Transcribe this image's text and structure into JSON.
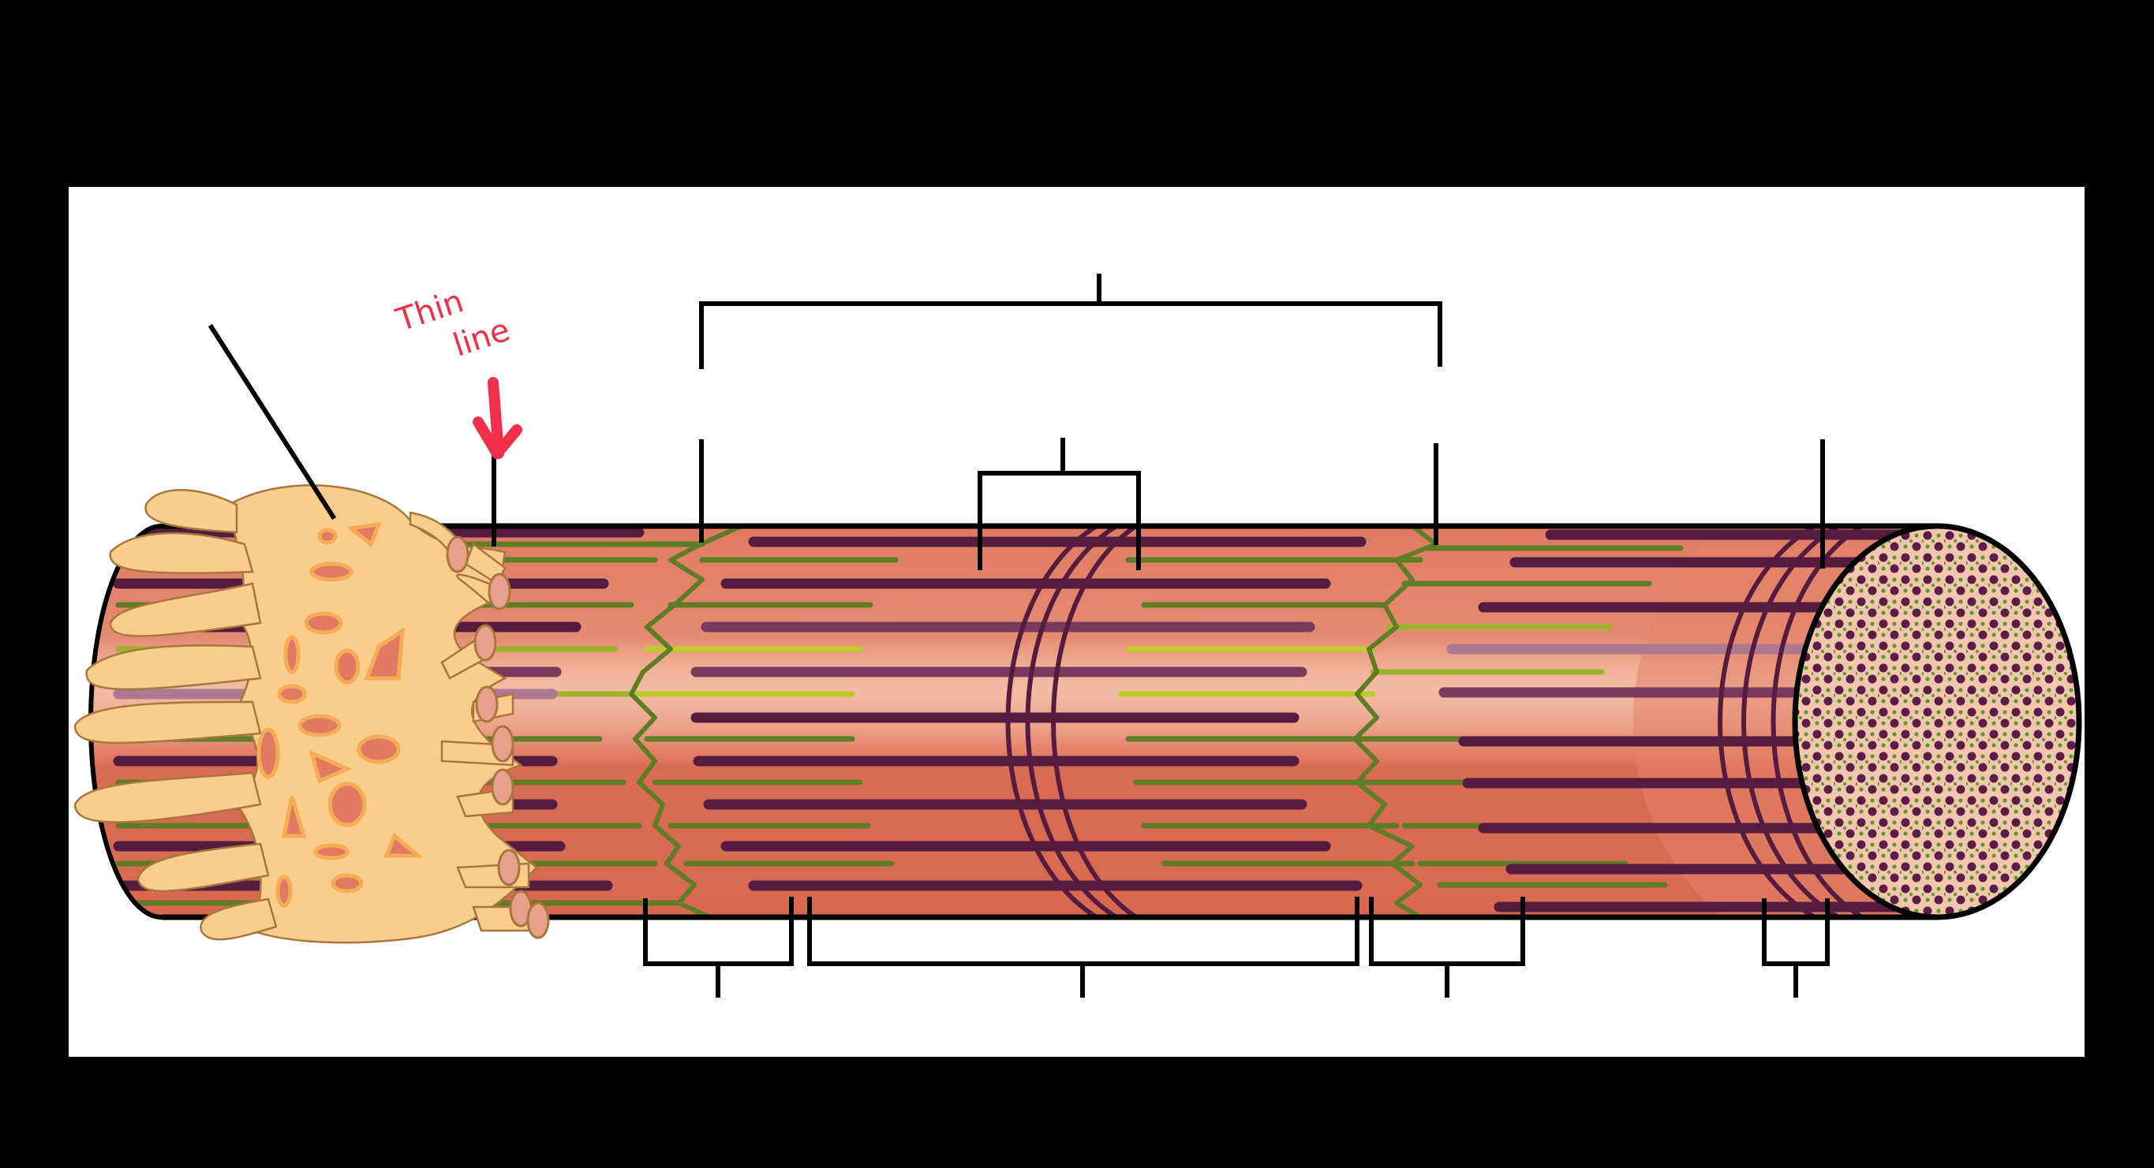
{
  "diagram": {
    "subject": "Skeletal muscle myofibril with sarcoplasmic reticulum",
    "colors": {
      "background": "#000000",
      "panel": "#ffffff",
      "fiber_base": "#e07a62",
      "fiber_dark": "#d8694f",
      "fiber_highlight": "#f2bca5",
      "thick_filament": "#561c3f",
      "thick_filament_light": "#b07790",
      "thin_filament": "#5e7d24",
      "thin_filament_highlight": "#c9d42a",
      "sr_network": "#fbcd8a",
      "sr_shadow": "#f5ac55",
      "cross_section_fill": "#f3c6ad",
      "leader_lines": "#000000",
      "annotation": "#f0304a"
    },
    "annotation": {
      "line1": "Thin",
      "line2": "line",
      "arrow": "down-arrow"
    },
    "labels": {
      "sarcoplasmic_reticulum": "",
      "z_disc_left": "",
      "sarcomere": "",
      "h_zone": "",
      "z_disc_right": "",
      "m_line": "",
      "i_band_left": "",
      "a_band": "",
      "i_band_right": "",
      "t_tubule_region": ""
    }
  }
}
